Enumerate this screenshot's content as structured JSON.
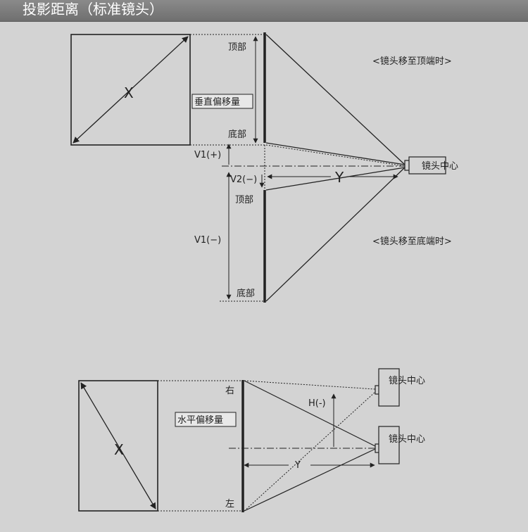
{
  "header": {
    "title": "投影距离（标准镜头）"
  },
  "vertical": {
    "screen_letter": "X",
    "top_label": "顶部",
    "bottom_label": "底部",
    "offset_label": "垂直偏移量",
    "v1_plus": "V1(+)",
    "v2_minus": "V2(−)",
    "distance_letter": "Y",
    "top2_label": "顶部",
    "v1_minus": "V1(−)",
    "bottom2_label": "底部",
    "lens_center": "镜头中心",
    "note_top": "<镜头移至顶端时>",
    "note_bottom": "<镜头移至底端时>"
  },
  "horizontal": {
    "screen_letter": "X",
    "right_label": "右",
    "left_label": "左",
    "offset_label": "水平偏移量",
    "h_minus": "H(-)",
    "distance_letter": "Y",
    "lens_center_1": "镜头中心",
    "lens_center_2": "镜头中心"
  },
  "colors": {
    "header_bg": "#7c7c7c",
    "background": "#d3d3d3",
    "line": "#222222"
  }
}
